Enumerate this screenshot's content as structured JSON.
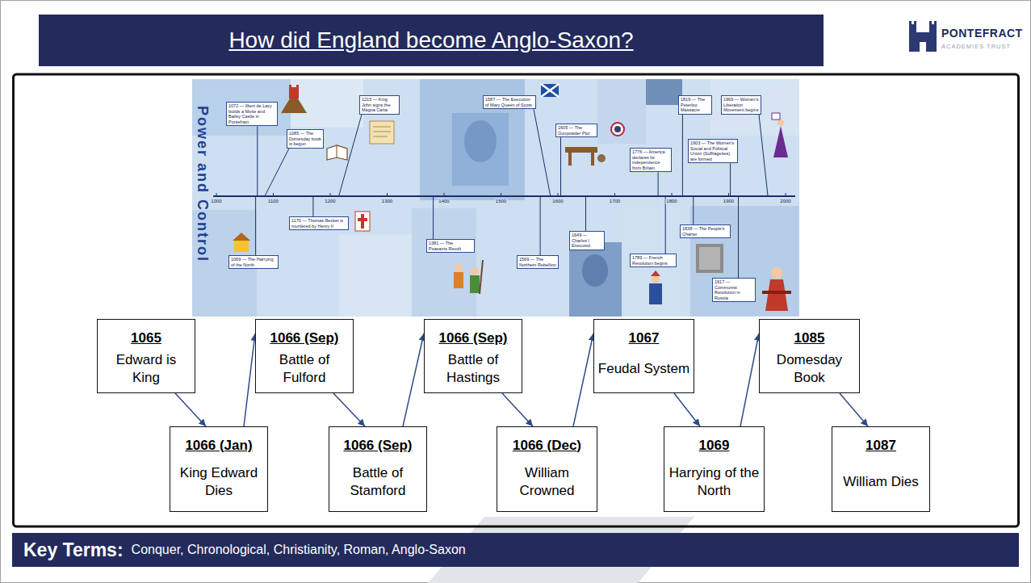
{
  "diagram": {
    "title": "How did England become Anglo-Saxon?",
    "nodes": [
      {
        "text": [
          "1072 — Ilbert de Lacy builds a Motte and Bailey Castle in Pontefract"
        ]
      },
      {
        "text": [
          "1085 — The Domesday book is begun"
        ]
      },
      {
        "text": [
          "1215 — King John signs the Magna Carta"
        ]
      },
      {
        "text": [
          "1587 — The Execution of Mary Queen of Scots"
        ]
      },
      {
        "text": [
          "1605 — The Gunpowder Plot"
        ]
      },
      {
        "text": [
          "1776 — America declares its independence from Britain"
        ]
      },
      {
        "text": [
          "1819 — The Peterloo Massacre"
        ]
      },
      {
        "text": [
          "1903 — The Women's Social and Political Union (Suffragettes) are formed"
        ]
      },
      {
        "text": [
          "1969 — Women's Liberation Movement begins"
        ]
      },
      {
        "text": [
          "1069 — The Harrying of the North"
        ]
      },
      {
        "text": [
          "1170 — Thomas Becket is murdered by Henry II"
        ]
      },
      {
        "text": [
          "1381 — The Peasants Revolt"
        ]
      },
      {
        "text": [
          "1569 — The Northern Rebellion"
        ]
      },
      {
        "text": [
          "1649 — Charles I Executed"
        ]
      },
      {
        "text": [
          "1789 — French Revolution begins"
        ]
      },
      {
        "text": [
          "1838 — The People's Charter"
        ]
      },
      {
        "text": [
          "1917 — Communist Revolution in Russia"
        ]
      },
      {
        "text": [
          "1065",
          "Edward is King"
        ]
      },
      {
        "text": [
          "1066 (Jan)",
          "King Edward Dies"
        ]
      },
      {
        "text": [
          "1066 (Sep)",
          "Battle of Fulford"
        ]
      },
      {
        "text": [
          "1066 (Sep)",
          "Battle of Stamford"
        ]
      },
      {
        "text": [
          "1066 (Sep)",
          "Battle of Hastings"
        ]
      },
      {
        "text": [
          "1066 (Dec)",
          "William Crowned"
        ]
      },
      {
        "text": [
          "1067",
          "Feudal System"
        ]
      },
      {
        "text": [
          "1069",
          "Harrying of the North"
        ]
      },
      {
        "text": [
          "1085",
          "Domesday Book"
        ]
      },
      {
        "text": [
          "1087",
          "William Dies"
        ]
      },
      {
        "text": [
          "Key Terms:",
          "Conquer, Chronological, Christianity, Roman, Anglo-Saxon"
        ]
      }
    ],
    "edges": [
      {
        "from": 17,
        "to": 18,
        "arrow": "to"
      },
      {
        "from": 18,
        "to": 19,
        "arrow": "to"
      },
      {
        "from": 19,
        "to": 20,
        "arrow": "to"
      },
      {
        "from": 20,
        "to": 21,
        "arrow": "to"
      },
      {
        "from": 21,
        "to": 22,
        "arrow": "to"
      },
      {
        "from": 22,
        "to": 23,
        "arrow": "to"
      },
      {
        "from": 23,
        "to": 24,
        "arrow": "to"
      },
      {
        "from": 24,
        "to": 25,
        "arrow": "to"
      },
      {
        "from": 25,
        "to": 26,
        "arrow": "to"
      }
    ],
    "labels": [
      "PONTEFRACT",
      "ACADEMIES TRUST",
      "Power and Control",
      "1000",
      "1100",
      "1200",
      "1300",
      "1400",
      "1500",
      "1600",
      "1700",
      "1800",
      "1900",
      "2000"
    ]
  }
}
